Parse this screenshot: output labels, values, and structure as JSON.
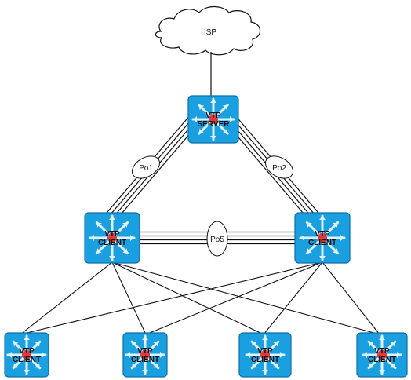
{
  "diagram": {
    "cloud": {
      "label": "ISP"
    },
    "colors": {
      "switch_fill": "#1a9fe0",
      "switch_edge": "#0d6fa8",
      "switch_glyph": "#dff3ff",
      "core_dot": "#e03a3a",
      "link": "#111111"
    },
    "nodes": [
      {
        "id": "server",
        "line1": "VTP",
        "line2": "SERVER"
      },
      {
        "id": "dist-left",
        "line1": "VTP",
        "line2": "CLIENT"
      },
      {
        "id": "dist-right",
        "line1": "VTP",
        "line2": "CLIENT"
      },
      {
        "id": "access-1",
        "line1": "VTP",
        "line2": "CLIENT"
      },
      {
        "id": "access-2",
        "line1": "VTP",
        "line2": "CLIENT"
      },
      {
        "id": "access-3",
        "line1": "VTP",
        "line2": "CLIENT"
      },
      {
        "id": "access-4",
        "line1": "VTP",
        "line2": "CLIENT"
      }
    ],
    "port_channels": [
      {
        "id": "po1",
        "label": "Po1"
      },
      {
        "id": "po2",
        "label": "Po2"
      },
      {
        "id": "po5",
        "label": "Po5"
      }
    ]
  }
}
